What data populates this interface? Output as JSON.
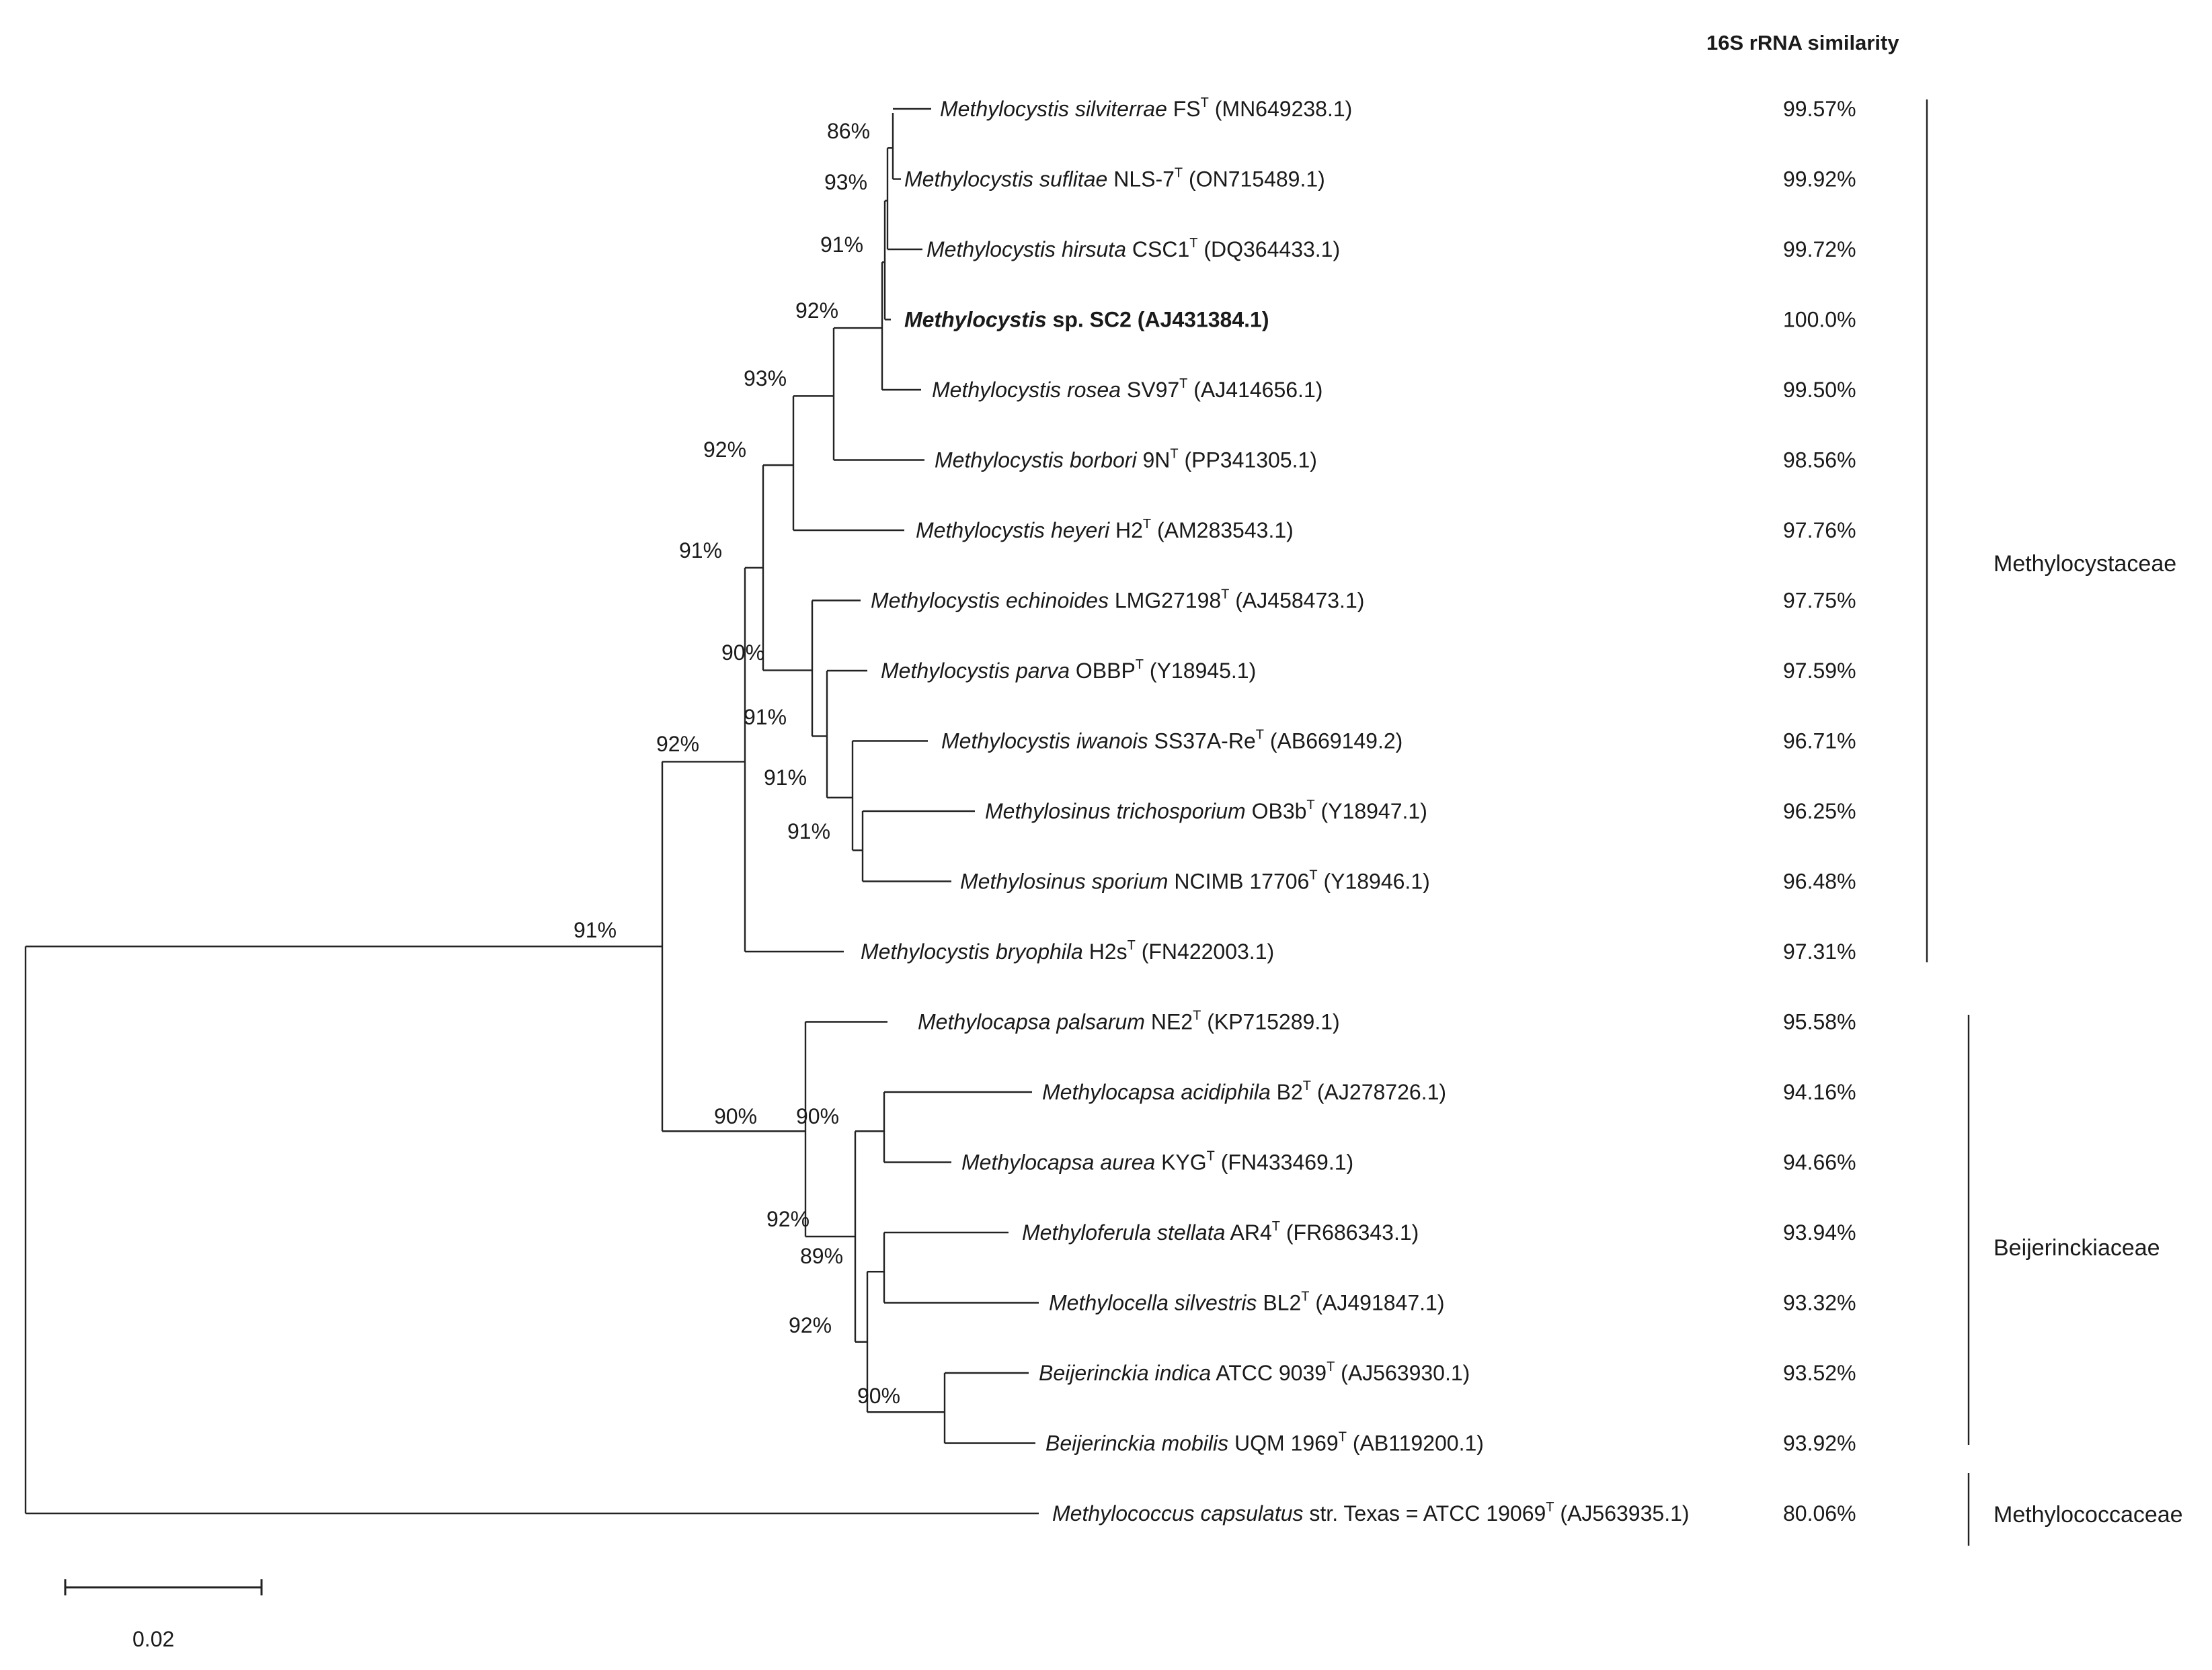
{
  "header": "16S rRNA similarity",
  "scale_label": "0.02",
  "taxa": [
    {
      "id": "silviterrae",
      "species": "Methylocystis silviterrae",
      "strain": " FS",
      "type": "T",
      "accession": " (MN649238.1)",
      "similarity": "99.57%"
    },
    {
      "id": "suflitae",
      "species": "Methylocystis suflitae",
      "strain": " NLS-7",
      "type": "T",
      "accession": " (ON715489.1)",
      "similarity": "99.92%"
    },
    {
      "id": "hirsuta",
      "species": "Methylocystis hirsuta",
      "strain": " CSC1",
      "type": "T",
      "accession": " (DQ364433.1)",
      "similarity": "99.72%"
    },
    {
      "id": "sc2",
      "species": "Methylocystis",
      "strain": " sp. SC2 (AJ431384.1)",
      "type": "",
      "accession": "",
      "similarity": "100.0%",
      "highlight": true
    },
    {
      "id": "rosea",
      "species": "Methylocystis rosea",
      "strain": " SV97",
      "type": "T",
      "accession": " (AJ414656.1)",
      "similarity": "99.50%"
    },
    {
      "id": "borbori",
      "species": "Methylocystis borbori",
      "strain": " 9N",
      "type": "T",
      "accession": " (PP341305.1)",
      "similarity": "98.56%"
    },
    {
      "id": "heyeri",
      "species": "Methylocystis heyeri",
      "strain": " H2",
      "type": "T",
      "accession": " (AM283543.1)",
      "similarity": "97.76%"
    },
    {
      "id": "echinoides",
      "species": "Methylocystis echinoides",
      "strain": " LMG27198",
      "type": "T",
      "accession": " (AJ458473.1)",
      "similarity": "97.75%"
    },
    {
      "id": "parva",
      "species": "Methylocystis parva",
      "strain": " OBBP",
      "type": "T",
      "accession": " (Y18945.1)",
      "similarity": "97.59%"
    },
    {
      "id": "iwanois",
      "species": "Methylocystis iwanois",
      "strain": " SS37A-Re",
      "type": "T",
      "accession": " (AB669149.2)",
      "similarity": "96.71%"
    },
    {
      "id": "trichosporium",
      "species": "Methylosinus trichosporium",
      "strain": " OB3b",
      "type": "T",
      "accession": " (Y18947.1)",
      "similarity": "96.25%"
    },
    {
      "id": "sporium",
      "species": "Methylosinus sporium",
      "strain": " NCIMB 17706",
      "type": "T",
      "accession": " (Y18946.1)",
      "similarity": "96.48%"
    },
    {
      "id": "bryophila",
      "species": "Methylocystis bryophila",
      "strain": " H2s",
      "type": "T",
      "accession": " (FN422003.1)",
      "similarity": "97.31%"
    },
    {
      "id": "palsarum",
      "species": "Methylocapsa palsarum",
      "strain": " NE2",
      "type": "T",
      "accession": " (KP715289.1)",
      "similarity": "95.58%"
    },
    {
      "id": "acidiphila",
      "species": "Methylocapsa acidiphila",
      "strain": " B2",
      "type": "T",
      "accession": " (AJ278726.1)",
      "similarity": "94.16%"
    },
    {
      "id": "aurea",
      "species": "Methylocapsa aurea",
      "strain": "  KYG",
      "type": "T",
      "accession": " (FN433469.1)",
      "similarity": "94.66%"
    },
    {
      "id": "stellata",
      "species": "Methyloferula stellata",
      "strain": " AR4",
      "type": "T",
      "accession": " (FR686343.1)",
      "similarity": "93.94%"
    },
    {
      "id": "silvestris",
      "species": "Methylocella silvestris",
      "strain": " BL2",
      "type": "T",
      "accession": "  (AJ491847.1)",
      "similarity": "93.32%"
    },
    {
      "id": "indica",
      "species": "Beijerinckia indica",
      "strain": " ATCC 9039",
      "type": "T",
      "accession": " (AJ563930.1)",
      "similarity": "93.52%"
    },
    {
      "id": "mobilis",
      "species": "Beijerinckia mobilis",
      "strain": " UQM 1969",
      "type": "T",
      "accession": " (AB119200.1)",
      "similarity": "93.92%"
    },
    {
      "id": "capsulatus",
      "species": "Methylococcus capsulatus",
      "strain": " str. Texas = ATCC 19069",
      "type": "T",
      "accession": " (AJ563935.1)",
      "similarity": "80.06%"
    }
  ],
  "bootstrap": [
    {
      "id": "b1",
      "value": "86%"
    },
    {
      "id": "b2",
      "value": "93%"
    },
    {
      "id": "b3",
      "value": "91%"
    },
    {
      "id": "b4",
      "value": "92%"
    },
    {
      "id": "b5",
      "value": "93%"
    },
    {
      "id": "b6",
      "value": "92%"
    },
    {
      "id": "b7",
      "value": "91%"
    },
    {
      "id": "b8",
      "value": "90%"
    },
    {
      "id": "b9",
      "value": "91%"
    },
    {
      "id": "b10",
      "value": "91%"
    },
    {
      "id": "b11",
      "value": "91%"
    },
    {
      "id": "b12",
      "value": "92%"
    },
    {
      "id": "b13",
      "value": "91%"
    },
    {
      "id": "b14",
      "value": "90%"
    },
    {
      "id": "b15",
      "value": "90%"
    },
    {
      "id": "b16",
      "value": "92%"
    },
    {
      "id": "b17",
      "value": "89%"
    },
    {
      "id": "b18",
      "value": "92%"
    },
    {
      "id": "b19",
      "value": "90%"
    }
  ],
  "families": [
    {
      "id": "methylocystaceae",
      "name": "Methylocystaceae"
    },
    {
      "id": "beijerinckiaceae",
      "name": "Beijerinckiaceae"
    },
    {
      "id": "methylococcaceae",
      "name": "Methylococcaceae"
    }
  ]
}
